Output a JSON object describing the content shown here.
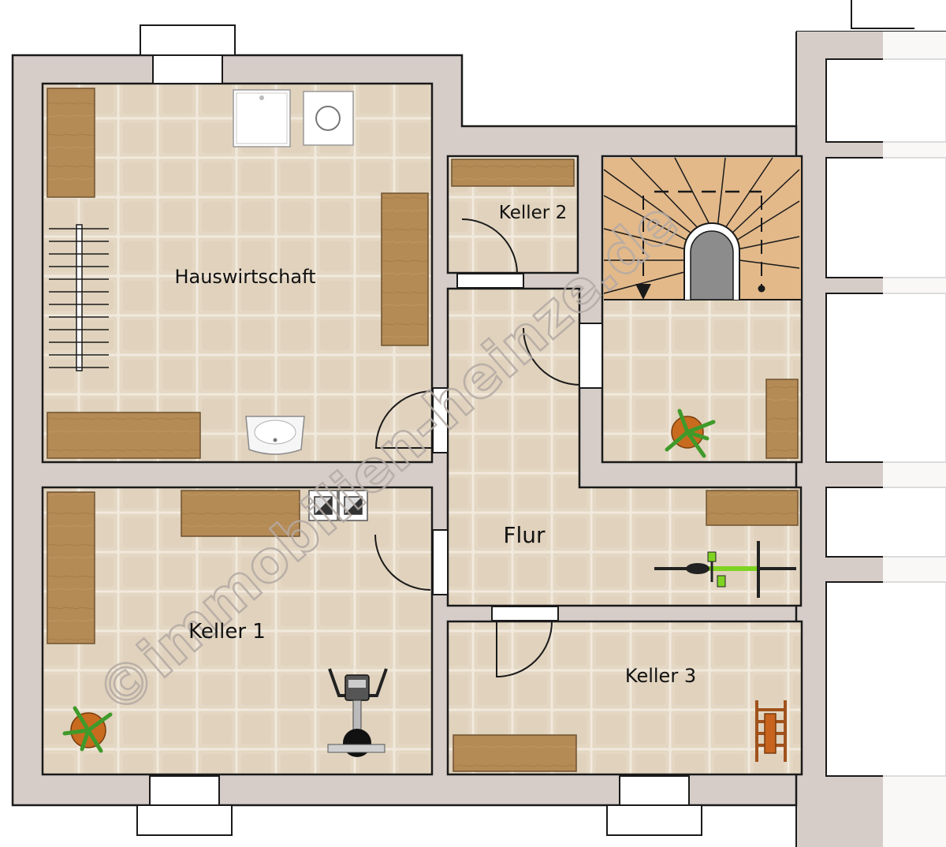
{
  "colors": {
    "wall": "#d6cdc9",
    "wall_outline": "#1a1a1a",
    "floor_tile": "#e4d7c3",
    "floor_tile_dark": "#d9c9b1",
    "grout": "#f1e9dc",
    "furniture": "#b48a55",
    "stairs_floor": "#e3b98a",
    "stair_core": "#8c8c8c",
    "watermark": "#b3aaa4",
    "door_opening": "#ffffff"
  },
  "rooms": {
    "hauswirtschaft": {
      "label": "Hauswirtschaft"
    },
    "keller1": {
      "label": "Keller 1"
    },
    "keller2": {
      "label": "Keller 2"
    },
    "keller3": {
      "label": "Keller 3"
    },
    "flur": {
      "label": "Flur"
    }
  },
  "watermark": {
    "text": "©immobilien-heinze.de"
  },
  "icons": {
    "plants": "potted-plant-icon",
    "bicycle": "bicycle-icon",
    "exercise_bike": "exercise-bike-icon",
    "washbasin": "washbasin-icon",
    "washing_machine": "washing-machine-icon",
    "shower": "shower-tray-icon",
    "drying_rack": "drying-rack-icon",
    "clothes_rack": "clothes-rack-icon",
    "meters": "meter-icon"
  }
}
